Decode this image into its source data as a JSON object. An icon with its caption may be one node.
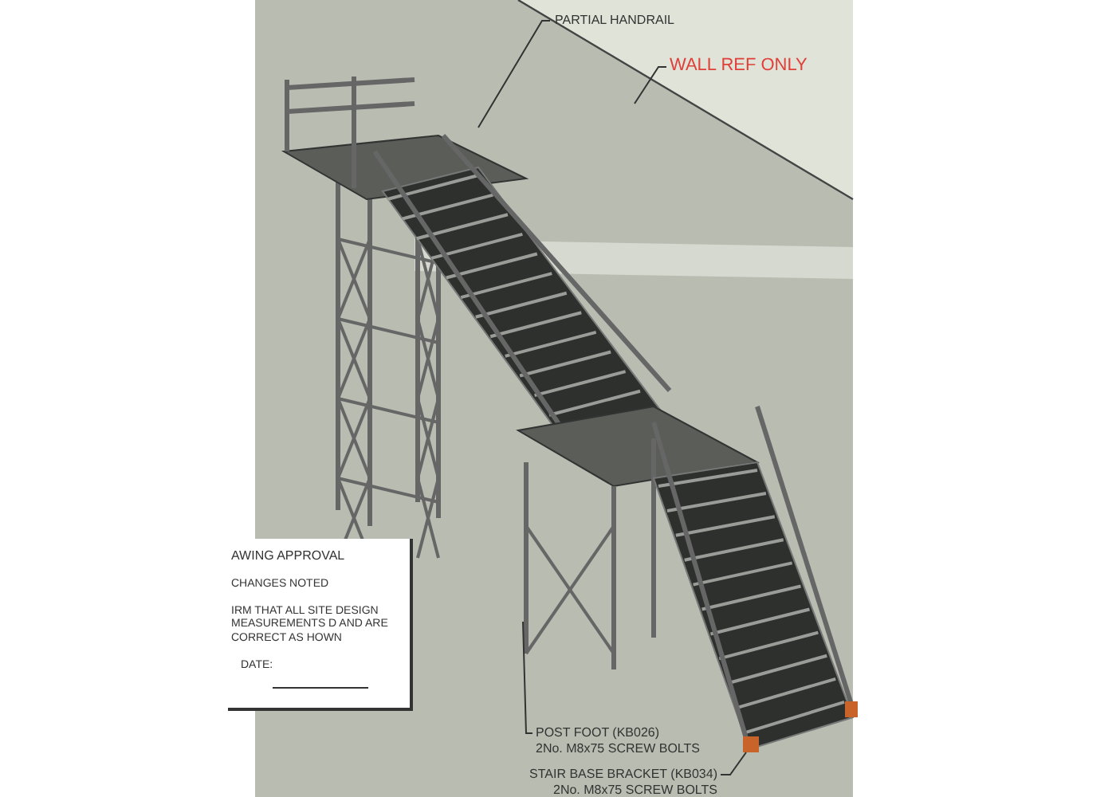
{
  "diagram": {
    "nodes": [
      {
        "text": [
          "PARTIAL HANDRAIL"
        ]
      },
      {
        "text": [
          "WALL REF ONLY"
        ]
      },
      {
        "text": [
          "POST FOOT (KB026)",
          "2No. M8x75 SCREW BOLTS"
        ]
      },
      {
        "text": [
          "STAIR BASE BRACKET (KB034)",
          "2No. M8x75 SCREW BOLTS"
        ]
      },
      {
        "text": [
          "AWING APPROVAL",
          "CHANGES NOTED",
          "IRM THAT ALL SITE DESIGN MEASUREMENTS D AND ARE CORRECT AS HOWN",
          "DATE:"
        ]
      }
    ],
    "edges": [
      {
        "from": 0,
        "to": null,
        "arrow": "none"
      },
      {
        "from": 1,
        "to": null,
        "arrow": "none"
      },
      {
        "from": 2,
        "to": null,
        "arrow": "none"
      },
      {
        "from": 3,
        "to": null,
        "arrow": "none"
      }
    ]
  }
}
